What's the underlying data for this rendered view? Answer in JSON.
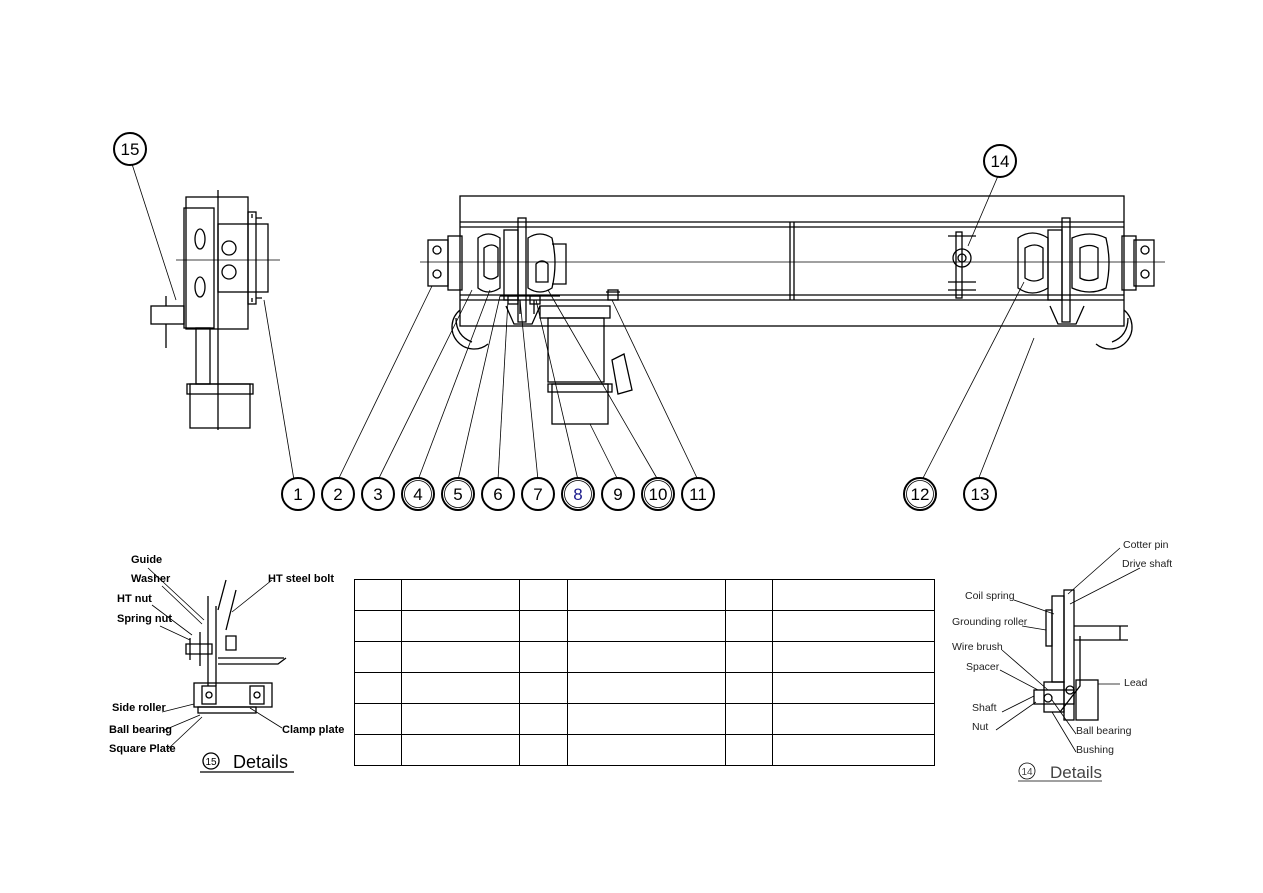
{
  "callouts": [
    {
      "num": "1"
    },
    {
      "num": "2"
    },
    {
      "num": "3"
    },
    {
      "num": "4"
    },
    {
      "num": "5"
    },
    {
      "num": "6"
    },
    {
      "num": "7"
    },
    {
      "num": "8"
    },
    {
      "num": "9"
    },
    {
      "num": "10"
    },
    {
      "num": "11"
    },
    {
      "num": "12"
    },
    {
      "num": "13"
    },
    {
      "num": "14"
    },
    {
      "num": "15"
    }
  ],
  "detail15": {
    "title": "Details",
    "marker": "15",
    "labels": {
      "guide": "Guide",
      "washer": "Washer",
      "ht_nut": "HT nut",
      "spring_nut": "Spring nut",
      "ht_steel_bolt": "HT steel bolt",
      "side_roller": "Side roller",
      "ball_bearing": "Ball bearing",
      "square_plate": "Square Plate",
      "clamp_plate": "Clamp  plate"
    }
  },
  "detail14": {
    "title": "Details",
    "marker": "14",
    "labels": {
      "cotter_pin": "Cotter pin",
      "drive_shaft": "Drive shaft",
      "coil_spring": "Coil spring",
      "grounding_roller": "Grounding roller",
      "wire_brush": "Wire brush",
      "spacer": "Spacer",
      "lead": "Lead",
      "shaft": "Shaft",
      "nut": "Nut",
      "ball_bearing": "Ball bearing",
      "bushing": "Bushing"
    }
  },
  "parts_table": {
    "rows": 6,
    "cols": 6,
    "cells": [
      [
        "",
        "",
        "",
        "",
        "",
        ""
      ],
      [
        "",
        "",
        "",
        "",
        "",
        ""
      ],
      [
        "",
        "",
        "",
        "",
        "",
        ""
      ],
      [
        "",
        "",
        "",
        "",
        "",
        ""
      ],
      [
        "",
        "",
        "",
        "",
        "",
        ""
      ],
      [
        "",
        "",
        "",
        "",
        "",
        ""
      ]
    ]
  }
}
